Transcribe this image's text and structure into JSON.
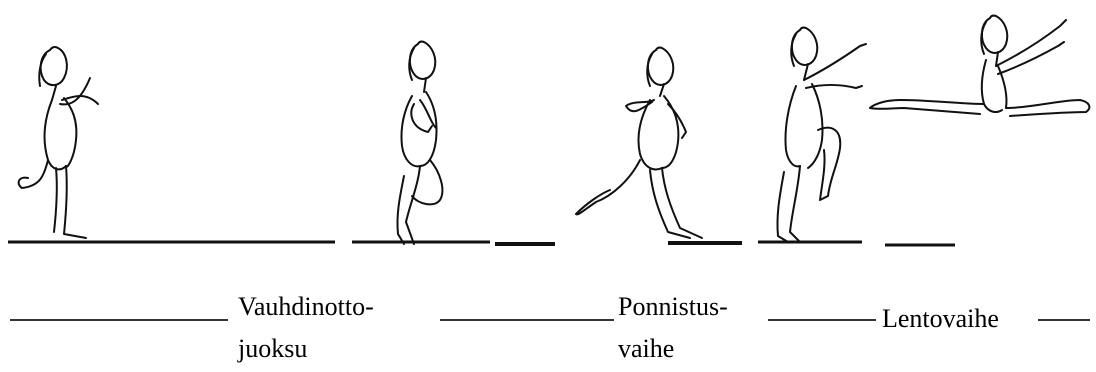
{
  "labels": {
    "run_up_line1": "Vauhdinotto-",
    "run_up_line2": "juoksu",
    "takeoff_line1": "Ponnistus-",
    "takeoff_line2": "vaihe",
    "flight": "Lentovaihe"
  }
}
